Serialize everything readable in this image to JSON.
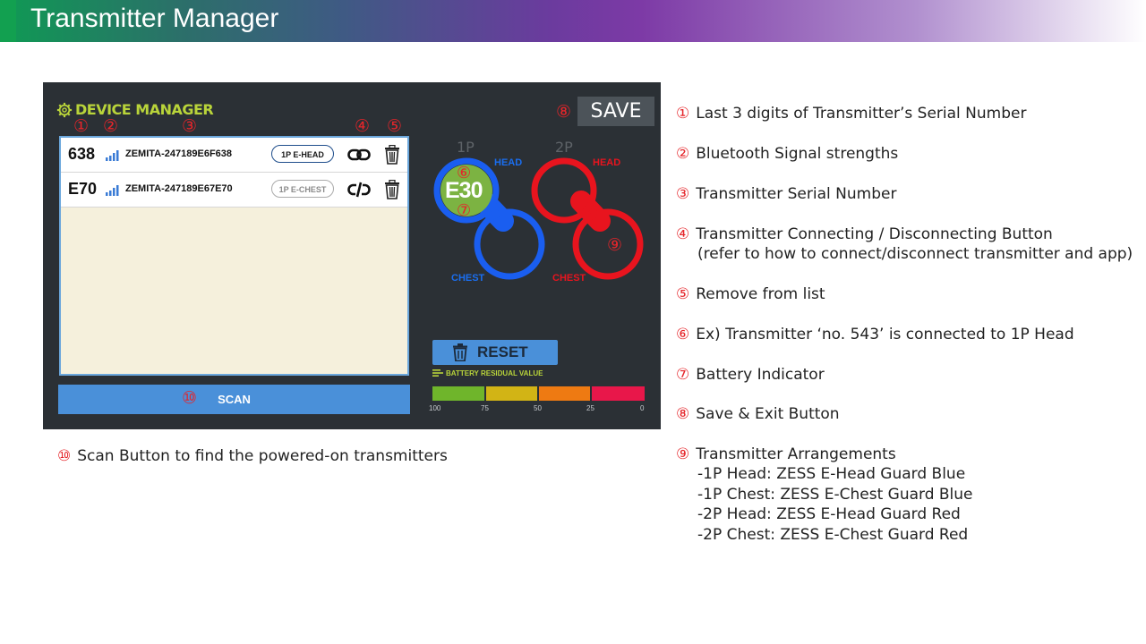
{
  "page_title": "Transmitter Manager",
  "device_manager": {
    "title": "DEVICE MANAGER",
    "column_markers": [
      "①",
      "②",
      "③",
      "④",
      "⑤"
    ],
    "rows": [
      {
        "code": "638",
        "serial": "ZEMITA-247189E6F638",
        "assignment": "1P E-HEAD",
        "assigned": true,
        "link_state": "connected"
      },
      {
        "code": "E70",
        "serial": "ZEMITA-247189E67E70",
        "assignment": "1P E-CHEST",
        "assigned": false,
        "link_state": "disconnected"
      }
    ],
    "scan_marker": "⑩",
    "scan_label": "SCAN"
  },
  "arrangement": {
    "save_marker": "⑧",
    "save_label": "SAVE",
    "player1": {
      "label": "1P",
      "head_label": "HEAD",
      "chest_label": "CHEST",
      "color": "#1a5ef0",
      "head_code": "E30",
      "head_marker": "⑥",
      "battery_marker": "⑦",
      "head_fill": "#7cb342"
    },
    "player2": {
      "label": "2P",
      "head_label": "HEAD",
      "chest_label": "CHEST",
      "color": "#e8141e",
      "chest_marker": "⑨"
    },
    "reset_label": "RESET",
    "battery_title": "BATTERY RESIDUAL VALUE",
    "battery_segments": [
      "#6fb52b",
      "#d2b415",
      "#ee7a12",
      "#e8174a"
    ],
    "battery_ticks": [
      "100",
      "75",
      "50",
      "25",
      "0"
    ]
  },
  "annotations": [
    {
      "num": "①",
      "text": "Last 3 digits of Transmitter’s Serial Number"
    },
    {
      "num": "②",
      "text": "Bluetooth Signal strengths"
    },
    {
      "num": "③",
      "text": "Transmitter Serial Number"
    },
    {
      "num": "④",
      "text": "Transmitter Connecting / Disconnecting Button",
      "sub": [
        "(refer to how to connect/disconnect transmitter and app)"
      ]
    },
    {
      "num": "⑤",
      "text": "Remove from list"
    },
    {
      "num": "⑥",
      "text": "Ex) Transmitter ‘no. 543’ is connected to 1P Head"
    },
    {
      "num": "⑦",
      "text": "Battery Indicator"
    },
    {
      "num": "⑧",
      "text": "Save & Exit Button"
    },
    {
      "num": "⑨",
      "text": "Transmitter Arrangements",
      "sub": [
        "-1P Head: ZESS E-Head Guard Blue",
        "-1P Chest: ZESS E-Chest Guard Blue",
        "-2P Head: ZESS E-Head Guard Red",
        "-2P Chest: ZESS E-Chest Guard Red"
      ]
    },
    {
      "num": "⑩",
      "text": "Scan Button to find the powered-on transmitters"
    }
  ],
  "colors": {
    "accent_red": "#e5252a",
    "button_blue": "#4a90d9",
    "panel_dark": "#2b3035",
    "title_green": "#b9d43a"
  }
}
